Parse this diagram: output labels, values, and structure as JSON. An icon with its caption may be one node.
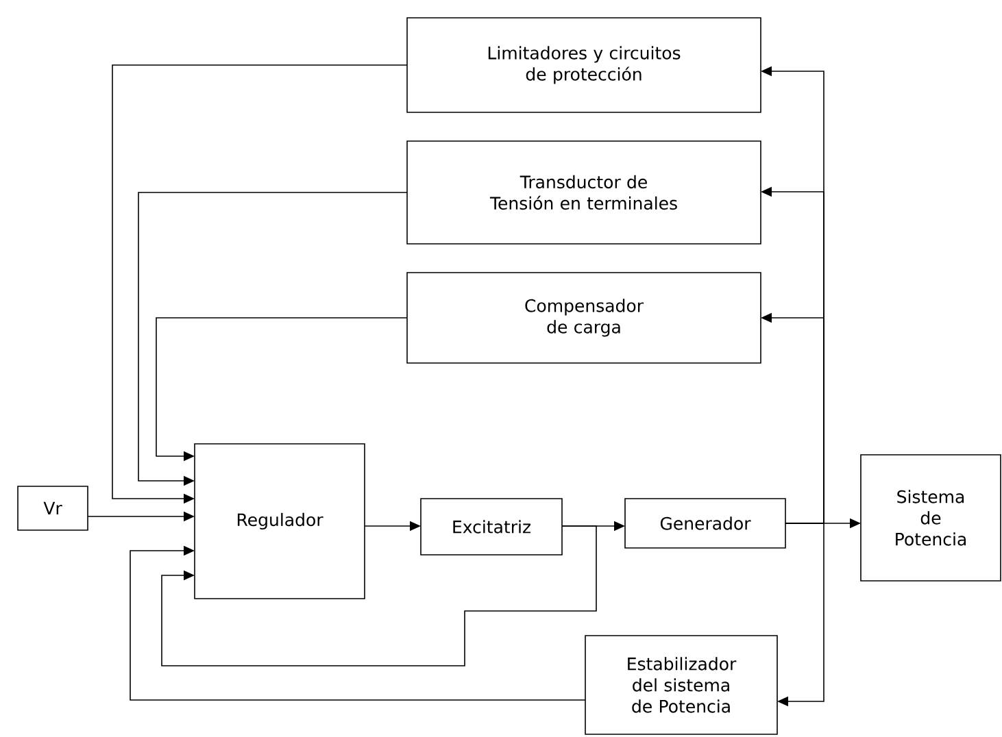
{
  "diagram": {
    "nodes": [
      {
        "text": [
          "Limitadores y circuitos de protección"
        ]
      },
      {
        "text": [
          "Transductor de Tensión en terminales"
        ]
      },
      {
        "text": [
          "Compensador de carga"
        ]
      },
      {
        "text": [
          "Vr"
        ]
      },
      {
        "text": [
          "Regulador"
        ]
      },
      {
        "text": [
          "Excitatriz"
        ]
      },
      {
        "text": [
          "Generador"
        ]
      },
      {
        "text": [
          "Sistema de Potencia"
        ]
      },
      {
        "text": [
          "Estabilizador del sistema de Potencia"
        ]
      }
    ],
    "edges": [
      {
        "from": 0,
        "to": 4,
        "arrow": "to"
      },
      {
        "from": 1,
        "to": 4,
        "arrow": "to"
      },
      {
        "from": 2,
        "to": 4,
        "arrow": "to"
      },
      {
        "from": 3,
        "to": 4,
        "arrow": "to"
      },
      {
        "from": 4,
        "to": 5,
        "arrow": "to"
      },
      {
        "from": 5,
        "to": 6,
        "arrow": "to"
      },
      {
        "from": 5,
        "to": 4,
        "arrow": "to"
      },
      {
        "from": 8,
        "to": 4,
        "arrow": "to"
      },
      {
        "from": 6,
        "to": 7,
        "arrow": "to"
      },
      {
        "from": 6,
        "to": 0,
        "arrow": "to"
      },
      {
        "from": 6,
        "to": 1,
        "arrow": "to"
      },
      {
        "from": 6,
        "to": 2,
        "arrow": "to"
      },
      {
        "from": 6,
        "to": 8,
        "arrow": "to"
      }
    ]
  }
}
